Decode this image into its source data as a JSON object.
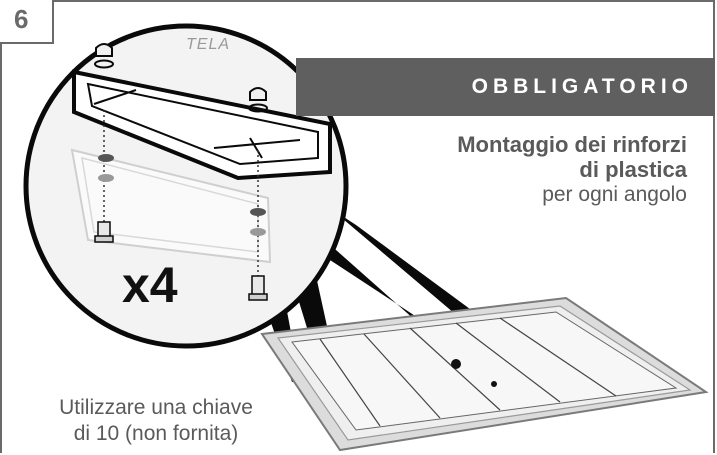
{
  "step": {
    "number": "6"
  },
  "banner": {
    "text": "OBBLIGATORIO"
  },
  "instruction": {
    "title_line1": "Montaggio dei rinforzi",
    "title_line2": "di plastica",
    "subtitle": "per ogni angolo"
  },
  "detail": {
    "material_label": "TELA",
    "quantity": "x4"
  },
  "note": {
    "line1": "Utilizzare una chiave",
    "line2": "di 10 (non fornita)"
  },
  "colors": {
    "banner_bg": "#5f5f5f",
    "text_gray": "#5a5a5a",
    "frame": "#6a6a6a"
  }
}
